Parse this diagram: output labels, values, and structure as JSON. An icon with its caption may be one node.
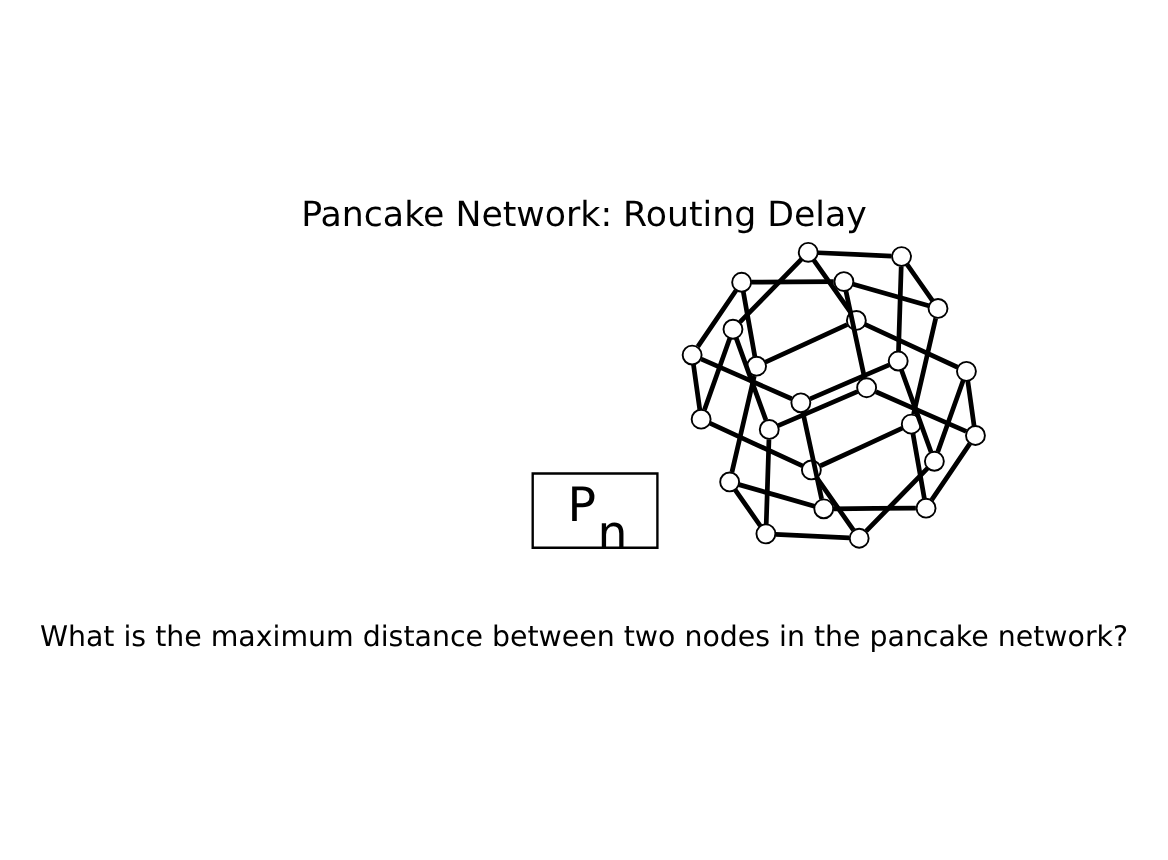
{
  "diagram": {
    "title": "Pancake Network: Routing Delay",
    "nodes": [
      {
        "text": [],
        "shape": "circle"
      },
      {
        "text": [],
        "shape": "circle"
      },
      {
        "text": [],
        "shape": "circle"
      },
      {
        "text": [],
        "shape": "circle"
      },
      {
        "text": [],
        "shape": "circle"
      },
      {
        "text": [],
        "shape": "circle"
      },
      {
        "text": [],
        "shape": "circle"
      },
      {
        "text": [],
        "shape": "circle"
      },
      {
        "text": [],
        "shape": "circle"
      },
      {
        "text": [],
        "shape": "circle"
      },
      {
        "text": [],
        "shape": "circle"
      },
      {
        "text": [],
        "shape": "circle"
      },
      {
        "text": [],
        "shape": "circle"
      },
      {
        "text": [],
        "shape": "circle"
      },
      {
        "text": [],
        "shape": "circle"
      },
      {
        "text": [],
        "shape": "circle"
      },
      {
        "text": [],
        "shape": "circle"
      },
      {
        "text": [],
        "shape": "circle"
      },
      {
        "text": [],
        "shape": "circle"
      },
      {
        "text": [],
        "shape": "circle"
      },
      {
        "text": [],
        "shape": "circle"
      },
      {
        "text": [],
        "shape": "circle"
      },
      {
        "text": [],
        "shape": "circle"
      },
      {
        "text": [],
        "shape": "circle"
      },
      {
        "text": [
          "P$_{n}$"
        ]
      }
    ],
    "edges": [
      {
        "from": 0,
        "to": 1,
        "arrow": "none"
      },
      {
        "from": 1,
        "to": 2,
        "arrow": "none"
      },
      {
        "from": 2,
        "to": 3,
        "arrow": "none"
      },
      {
        "from": 3,
        "to": 4,
        "arrow": "none"
      },
      {
        "from": 4,
        "to": 5,
        "arrow": "none"
      },
      {
        "from": 5,
        "to": 0,
        "arrow": "none"
      },
      {
        "from": 6,
        "to": 7,
        "arrow": "none"
      },
      {
        "from": 7,
        "to": 8,
        "arrow": "none"
      },
      {
        "from": 8,
        "to": 9,
        "arrow": "none"
      },
      {
        "from": 9,
        "to": 10,
        "arrow": "none"
      },
      {
        "from": 10,
        "to": 11,
        "arrow": "none"
      },
      {
        "from": 11,
        "to": 6,
        "arrow": "none"
      },
      {
        "from": 12,
        "to": 13,
        "arrow": "none"
      },
      {
        "from": 13,
        "to": 14,
        "arrow": "none"
      },
      {
        "from": 14,
        "to": 15,
        "arrow": "none"
      },
      {
        "from": 15,
        "to": 16,
        "arrow": "none"
      },
      {
        "from": 16,
        "to": 17,
        "arrow": "none"
      },
      {
        "from": 17,
        "to": 12,
        "arrow": "none"
      },
      {
        "from": 18,
        "to": 19,
        "arrow": "none"
      },
      {
        "from": 19,
        "to": 20,
        "arrow": "none"
      },
      {
        "from": 20,
        "to": 21,
        "arrow": "none"
      },
      {
        "from": 21,
        "to": 22,
        "arrow": "none"
      },
      {
        "from": 22,
        "to": 23,
        "arrow": "none"
      },
      {
        "from": 23,
        "to": 18,
        "arrow": "none"
      },
      {
        "from": 0,
        "to": 23,
        "arrow": "none"
      },
      {
        "from": 1,
        "to": 17,
        "arrow": "none"
      },
      {
        "from": 2,
        "to": 11,
        "arrow": "none"
      },
      {
        "from": 3,
        "to": 20,
        "arrow": "none"
      },
      {
        "from": 4,
        "to": 14,
        "arrow": "none"
      },
      {
        "from": 5,
        "to": 8,
        "arrow": "none"
      },
      {
        "from": 6,
        "to": 22,
        "arrow": "none"
      },
      {
        "from": 7,
        "to": 16,
        "arrow": "none"
      },
      {
        "from": 9,
        "to": 19,
        "arrow": "none"
      },
      {
        "from": 10,
        "to": 13,
        "arrow": "none"
      },
      {
        "from": 12,
        "to": 21,
        "arrow": "none"
      },
      {
        "from": 15,
        "to": 18,
        "arrow": "none"
      }
    ],
    "labels": [
      "What is the maximum distance between two nodes in the pancake network?"
    ]
  }
}
